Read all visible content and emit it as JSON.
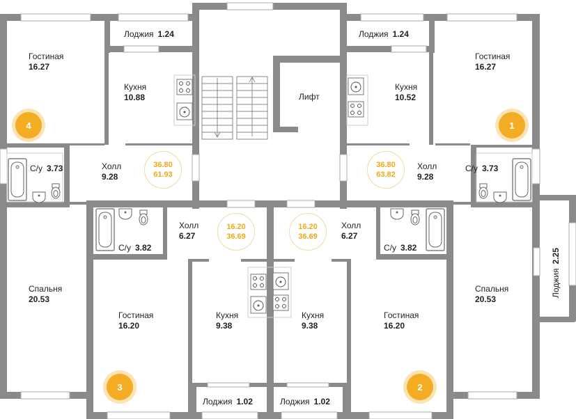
{
  "rooms": {
    "a4_living": {
      "name": "Гостиная",
      "area": "16.27"
    },
    "a4_loggia": {
      "name": "Лоджия",
      "area": "1.24"
    },
    "a4_kitchen": {
      "name": "Кухня",
      "area": "10.88"
    },
    "a4_hall": {
      "name": "Холл",
      "area": "9.28"
    },
    "a4_bath": {
      "name": "С/у",
      "area": "3.73"
    },
    "a4_bedroom": {
      "name": "Спальня",
      "area": "20.53"
    },
    "a1_living": {
      "name": "Гостиная",
      "area": "16.27"
    },
    "a1_loggia": {
      "name": "Лоджия",
      "area": "1.24"
    },
    "a1_kitchen": {
      "name": "Кухня",
      "area": "10.52"
    },
    "a1_hall": {
      "name": "Холл",
      "area": "9.28"
    },
    "a1_bath": {
      "name": "С/у",
      "area": "3.73"
    },
    "a1_bedroom": {
      "name": "Спальня",
      "area": "20.53"
    },
    "a1_loggia2": {
      "name": "Лоджия",
      "area": "2.25"
    },
    "lift": {
      "name": "Лифт"
    },
    "a3_hall": {
      "name": "Холл",
      "area": "6.27"
    },
    "a3_bath": {
      "name": "С/у",
      "area": "3.82"
    },
    "a3_living": {
      "name": "Гостиная",
      "area": "16.20"
    },
    "a3_kitchen": {
      "name": "Кухня",
      "area": "9.38"
    },
    "a3_loggia": {
      "name": "Лоджия",
      "area": "1.02"
    },
    "a2_hall": {
      "name": "Холл",
      "area": "6.27"
    },
    "a2_bath": {
      "name": "С/у",
      "area": "3.82"
    },
    "a2_living": {
      "name": "Гостиная",
      "area": "16.20"
    },
    "a2_kitchen": {
      "name": "Кухня",
      "area": "9.38"
    },
    "a2_loggia": {
      "name": "Лоджия",
      "area": "1.02"
    }
  },
  "area_badges": {
    "a4": {
      "living": "36.80",
      "total": "61.93"
    },
    "a1": {
      "living": "36.80",
      "total": "63.82"
    },
    "a3": {
      "living": "16.20",
      "total": "36.69"
    },
    "a2": {
      "living": "16.20",
      "total": "36.69"
    }
  },
  "apartment_numbers": {
    "a1": "1",
    "a2": "2",
    "a3": "3",
    "a4": "4"
  },
  "colors": {
    "wall": "#8a8a8a",
    "accent": "#f4ac22",
    "accent_text": "#f0a818",
    "window": "#ffffff"
  }
}
